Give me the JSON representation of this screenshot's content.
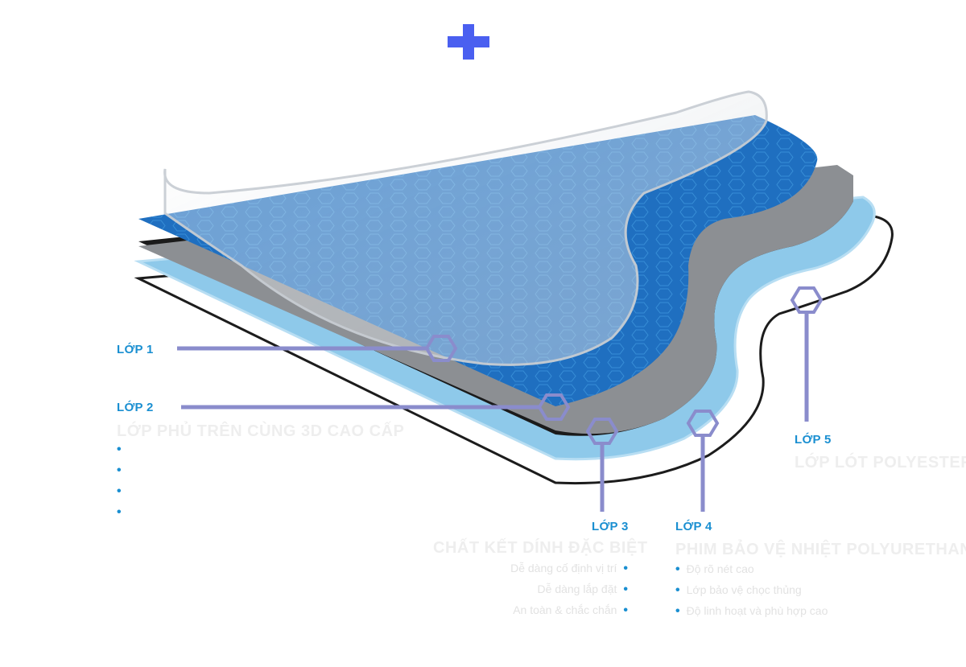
{
  "colors": {
    "accent": "#1a8fd1",
    "connector": "#8a8ccc",
    "plus": "#4a5ff0",
    "layer_top_film": "#dfe3e8",
    "layer_blue": "#1f6fc0",
    "layer_gray": "#8c8f93",
    "layer_light_blue": "#8ec9ea",
    "layer_base_white": "#ffffff",
    "faded_text": "#eeeeee"
  },
  "icons": {
    "plus": "plus-icon",
    "connector_marker": "hexagon-icon"
  },
  "layers": [
    {
      "label": "LỚP 1",
      "title": "LỚP PHỦ TRÊN CÙNG 3D CAO CẤP",
      "bullets": [
        "",
        "",
        "",
        ""
      ]
    },
    {
      "label": "LỚP 2"
    },
    {
      "label": "LỚP 3",
      "title": "CHẤT KẾT DÍNH ĐẶC BIỆT",
      "bullets": [
        "Dễ dàng cố định vị trí",
        "Dễ dàng lắp đặt",
        "An toàn & chắc chắn"
      ]
    },
    {
      "label": "LỚP 4",
      "title": "PHIM BẢO VỆ NHIỆT POLYURETHANE",
      "bullets": [
        "Độ rõ nét cao",
        "Lớp bảo vệ chọc thủng",
        "Độ linh hoạt và phù hợp cao"
      ]
    },
    {
      "label": "LỚP 5",
      "title": "LỚP LÓT POLYESTER"
    }
  ]
}
